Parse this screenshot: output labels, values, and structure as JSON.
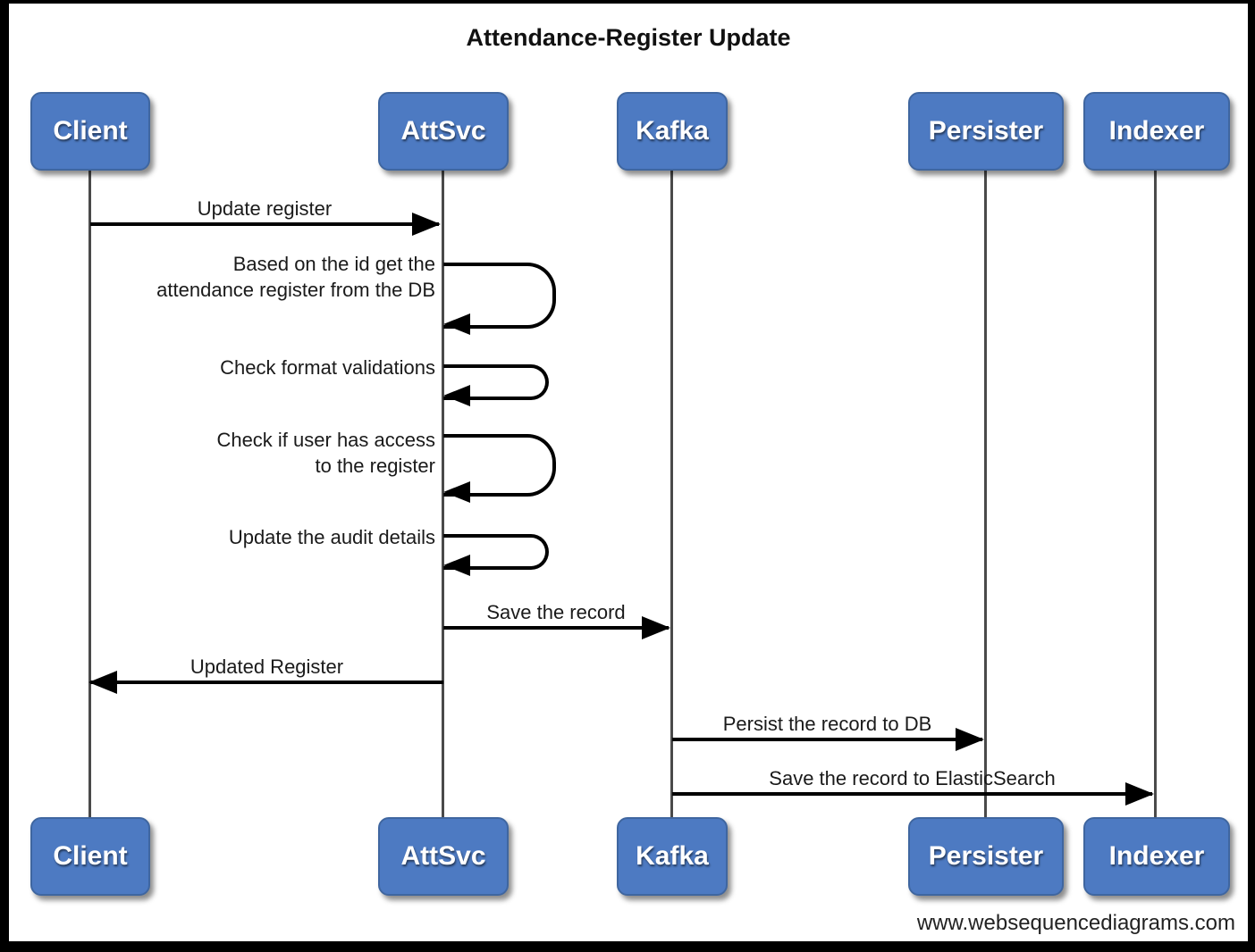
{
  "diagram": {
    "title": "Attendance-Register Update",
    "watermark": "www.websequencediagrams.com",
    "colors": {
      "actor_fill": "#4d7ac2",
      "actor_border": "#3f66a0",
      "actor_text": "#ffffff",
      "arrow": "#000000",
      "lifeline": "#4a4a4a",
      "background": "#ffffff",
      "frame": "#000000"
    },
    "actors": [
      {
        "id": "client",
        "label": "Client"
      },
      {
        "id": "attsvc",
        "label": "AttSvc"
      },
      {
        "id": "kafka",
        "label": "Kafka"
      },
      {
        "id": "persister",
        "label": "Persister"
      },
      {
        "id": "indexer",
        "label": "Indexer"
      }
    ],
    "messages": [
      {
        "type": "arrow",
        "from": "client",
        "to": "attsvc",
        "label": "Update register"
      },
      {
        "type": "self",
        "actor": "attsvc",
        "label": "Based on the id get the\nattendance register from the DB"
      },
      {
        "type": "self",
        "actor": "attsvc",
        "label": "Check format validations"
      },
      {
        "type": "self",
        "actor": "attsvc",
        "label": "Check if user has access\nto the register"
      },
      {
        "type": "self",
        "actor": "attsvc",
        "label": "Update the audit details"
      },
      {
        "type": "arrow",
        "from": "attsvc",
        "to": "kafka",
        "label": "Save the record"
      },
      {
        "type": "arrow",
        "from": "attsvc",
        "to": "client",
        "label": "Updated Register"
      },
      {
        "type": "arrow",
        "from": "kafka",
        "to": "persister",
        "label": "Persist the record to DB"
      },
      {
        "type": "arrow",
        "from": "kafka",
        "to": "indexer",
        "label": "Save the record to ElasticSearch"
      }
    ]
  }
}
